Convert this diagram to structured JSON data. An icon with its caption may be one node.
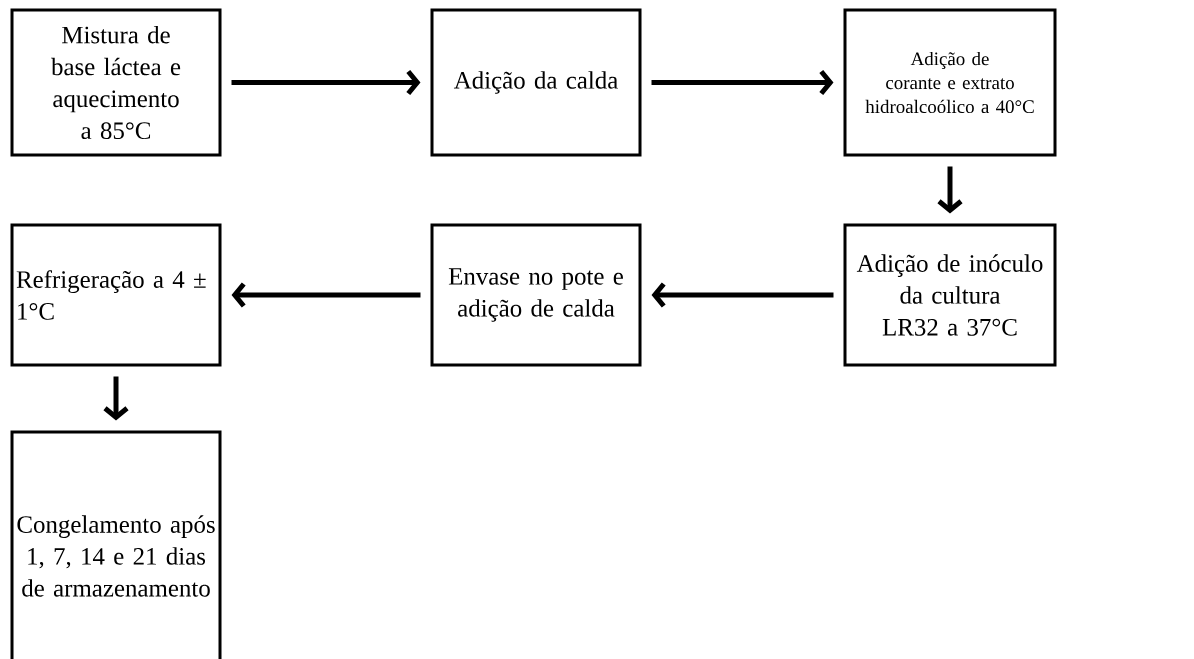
{
  "diagram": {
    "nodes": [
      {
        "text": [
          "Mistura de base láctea e aquecimento a 85°C"
        ]
      },
      {
        "text": [
          "Adição da calda"
        ]
      },
      {
        "text": [
          "Adição de corante e extrato hidroalcoólico a 40°C"
        ]
      },
      {
        "text": [
          "Adição de inóculo da cultura LR32 a 37°C"
        ]
      },
      {
        "text": [
          "Envase no pote e adição de calda"
        ]
      },
      {
        "text": [
          "Refrigeração a 4 ± 1°C"
        ]
      },
      {
        "text": [
          "Congelamento após 1, 7, 14 e 21 dias de armazenamento"
        ]
      }
    ],
    "edges": [
      {
        "from": 0,
        "to": 1,
        "arrow": "to"
      },
      {
        "from": 1,
        "to": 2,
        "arrow": "to"
      },
      {
        "from": 2,
        "to": 3,
        "arrow": "to"
      },
      {
        "from": 3,
        "to": 4,
        "arrow": "to"
      },
      {
        "from": 4,
        "to": 5,
        "arrow": "to"
      },
      {
        "from": 5,
        "to": 6,
        "arrow": "to"
      }
    ]
  }
}
